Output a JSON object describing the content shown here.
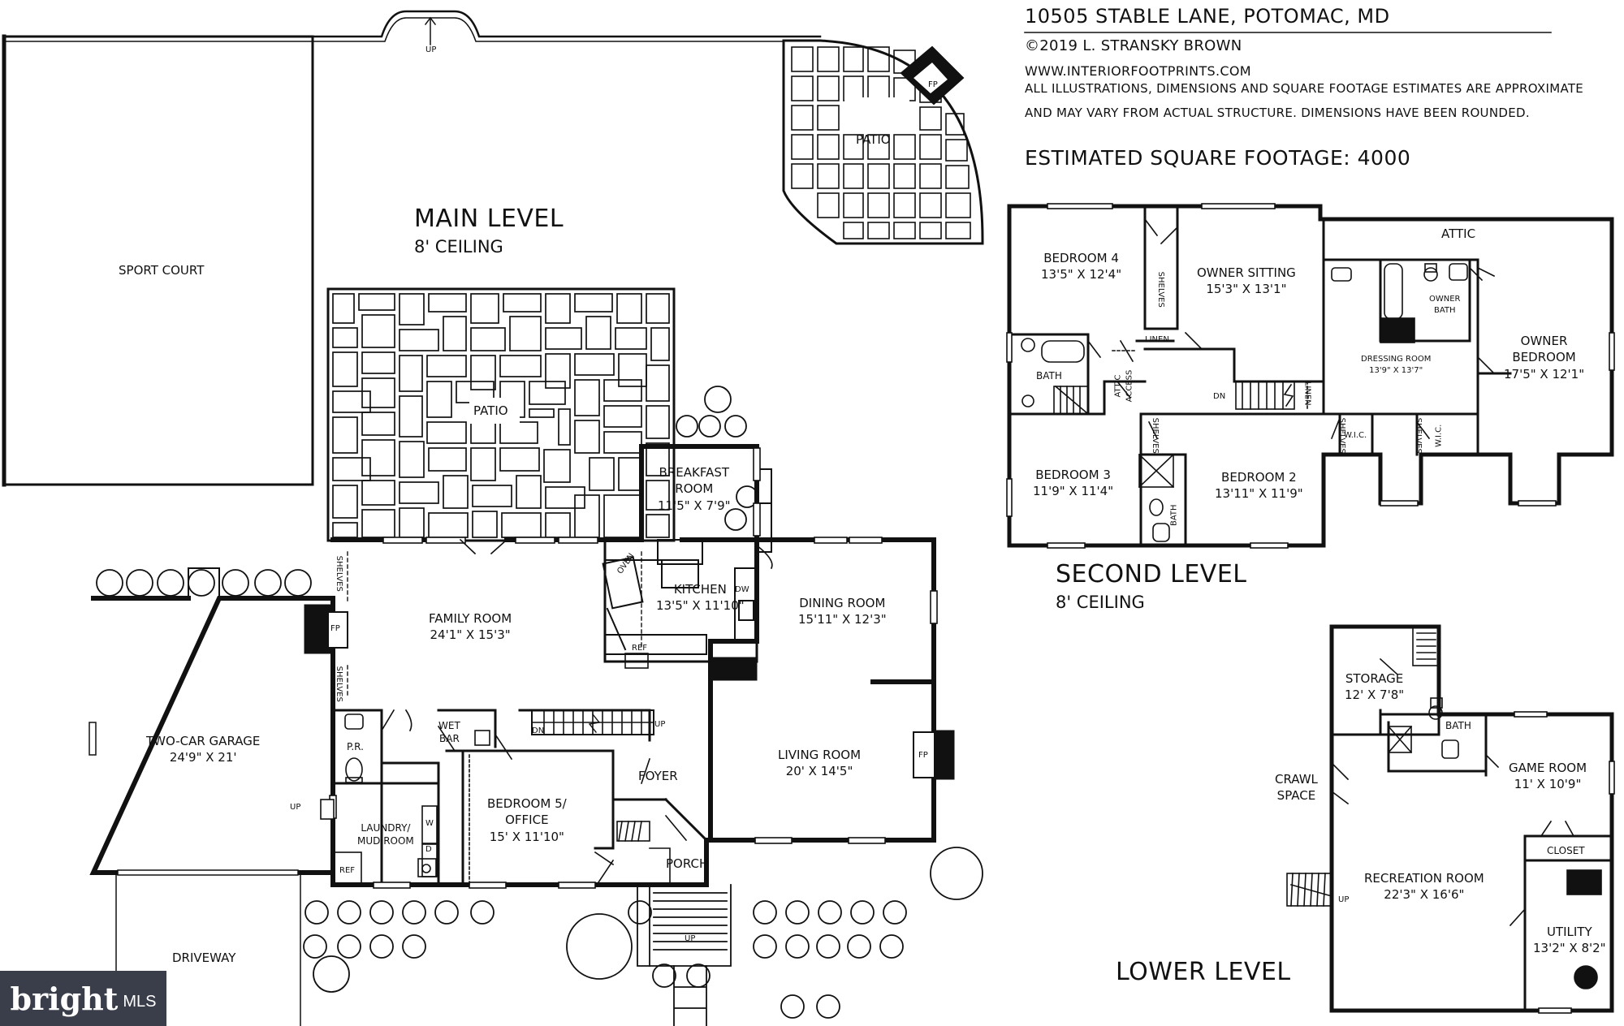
{
  "header": {
    "address": "10505 STABLE LANE, POTOMAC, MD",
    "copyright": "©2019 L. STRANSKY BROWN",
    "website": "WWW.INTERIORFOOTPRINTS.COM",
    "disclaimer_1": "ALL ILLUSTRATIONS, DIMENSIONS AND SQUARE FOOTAGE ESTIMATES ARE APPROXIMATE",
    "disclaimer_2": "AND MAY VARY FROM ACTUAL STRUCTURE. DIMENSIONS HAVE BEEN ROUNDED.",
    "square_footage": "ESTIMATED SQUARE FOOTAGE: 4000"
  },
  "main_level": {
    "title": "MAIN LEVEL",
    "ceiling": "8' CEILING",
    "rooms": {
      "sport_court": "SPORT COURT",
      "patio_upper": "PATIO",
      "patio_lower": "PATIO",
      "fp_patio": "FP",
      "up_top": "UP",
      "breakfast": {
        "name_1": "BREAKFAST",
        "name_2": "ROOM",
        "dim": "11'5\" X 7'9\""
      },
      "kitchen": {
        "name": "KITCHEN",
        "dim": "13'5\" X 11'10\""
      },
      "oven": "OVEN",
      "dw": "DW",
      "ref_kitchen": "REF",
      "family": {
        "name": "FAMILY ROOM",
        "dim": "24'1\" X 15'3\""
      },
      "fp_family": "FP",
      "shelves_1": "SHELVES",
      "shelves_2": "SHELVES",
      "dining": {
        "name": "DINING ROOM",
        "dim": "15'11\" X 12'3\""
      },
      "living": {
        "name": "LIVING ROOM",
        "dim": "20' X 14'5\""
      },
      "fp_living": "FP",
      "garage": {
        "name": "TWO-CAR GARAGE",
        "dim": "24'9\" X 21'"
      },
      "up_garage": "UP",
      "pr": "P.R.",
      "wet_bar_1": "WET",
      "wet_bar_2": "BAR",
      "laundry_1": "LAUNDRY/",
      "laundry_2": "MUD ROOM",
      "w": "W",
      "d": "D",
      "ref_laundry": "REF",
      "bedroom5": {
        "name_1": "BEDROOM 5/",
        "name_2": "OFFICE",
        "dim": "15' X 11'10\""
      },
      "dn_main": "DN",
      "up_main": "UP",
      "foyer": "FOYER",
      "porch": "PORCH",
      "up_porch": "UP",
      "driveway": "DRIVEWAY"
    }
  },
  "second_level": {
    "title": "SECOND LEVEL",
    "ceiling": "8' CEILING",
    "rooms": {
      "bedroom4": {
        "name": "BEDROOM 4",
        "dim": "13'5\" X 12'4\""
      },
      "owner_sitting": {
        "name": "OWNER SITTING",
        "dim": "15'3\" X 13'1\""
      },
      "attic": "ATTIC",
      "owner_bath_1": "OWNER",
      "owner_bath_2": "BATH",
      "dressing": {
        "name": "DRESSING ROOM",
        "dim": "13'9\" X 13'7\""
      },
      "owner_bedroom": {
        "name_1": "OWNER",
        "name_2": "BEDROOM",
        "dim": "17'5\" X 12'1\""
      },
      "bath": "BATH",
      "linen_1": "LINEN",
      "linen_2": "LINEN",
      "shelves_a": "SHELVES",
      "shelves_b": "SHELVES",
      "shelves_c": "SHELVES",
      "shelves_d": "SHELVES",
      "attic_access_1": "ATTIC",
      "attic_access_2": "ACCESS",
      "dn_second": "DN",
      "wic_1": "W.I.C.",
      "wic_2": "W.I.C.",
      "bedroom3": {
        "name": "BEDROOM 3",
        "dim": "11'9\" X 11'4\""
      },
      "bedroom2": {
        "name": "BEDROOM 2",
        "dim": "13'11\" X 11'9\""
      },
      "bath_2": "BATH"
    }
  },
  "lower_level": {
    "title": "LOWER LEVEL",
    "rooms": {
      "storage": {
        "name": "STORAGE",
        "dim": "12' X 7'8\""
      },
      "bath": "BATH",
      "crawl_1": "CRAWL",
      "crawl_2": "SPACE",
      "game": {
        "name": "GAME ROOM",
        "dim": "11' X 10'9\""
      },
      "closet": "CLOSET",
      "recreation": {
        "name": "RECREATION ROOM",
        "dim": "22'3\" X 16'6\""
      },
      "up_lower": "UP",
      "utility": {
        "name": "UTILITY",
        "dim": "13'2\" X 8'2\""
      }
    }
  },
  "watermark": {
    "brand": "bright",
    "suffix": "MLS"
  }
}
